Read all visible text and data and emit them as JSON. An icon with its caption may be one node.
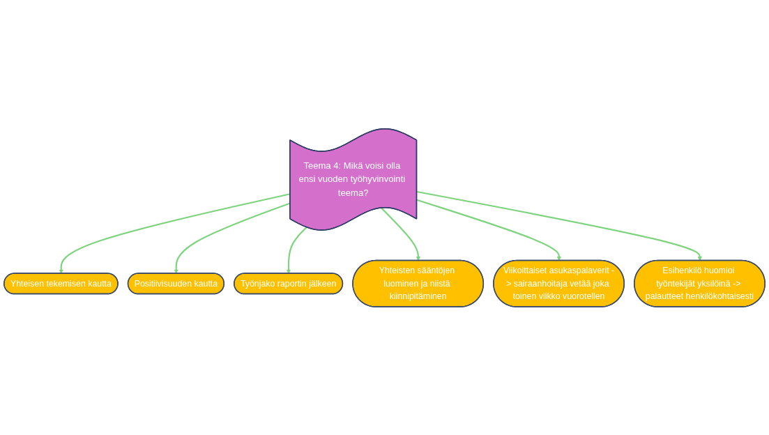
{
  "diagram": {
    "nodes": [
      {
        "text": [
          "Teema 4: Mikä voisi olla ensi vuoden työhyvinvointi teema?"
        ]
      },
      {
        "text": [
          "Yhteisen tekemisen kautta"
        ]
      },
      {
        "text": [
          "Positiivisuuden kautta"
        ]
      },
      {
        "text": [
          "Työnjako raportin jälkeen"
        ]
      },
      {
        "text": [
          "Yhteisten sääntöjen luominen ja niistä kiinnipitäminen"
        ]
      },
      {
        "text": [
          "Viikoittaiset asukaspalaverit -> sairaanhoitaja vetää joka toinen viikko vuorotellen"
        ]
      },
      {
        "text": [
          "Esihenkilö huomioi työntekijät yksilöinä -> palautteet henkilökohtaisesti"
        ]
      }
    ],
    "edges": [
      {
        "from": 0,
        "to": 1,
        "arrow": "to"
      },
      {
        "from": 0,
        "to": 2,
        "arrow": "to"
      },
      {
        "from": 0,
        "to": 3,
        "arrow": "to"
      },
      {
        "from": 0,
        "to": 4,
        "arrow": "to"
      },
      {
        "from": 0,
        "to": 5,
        "arrow": "to"
      },
      {
        "from": 0,
        "to": 6,
        "arrow": "to"
      }
    ]
  }
}
